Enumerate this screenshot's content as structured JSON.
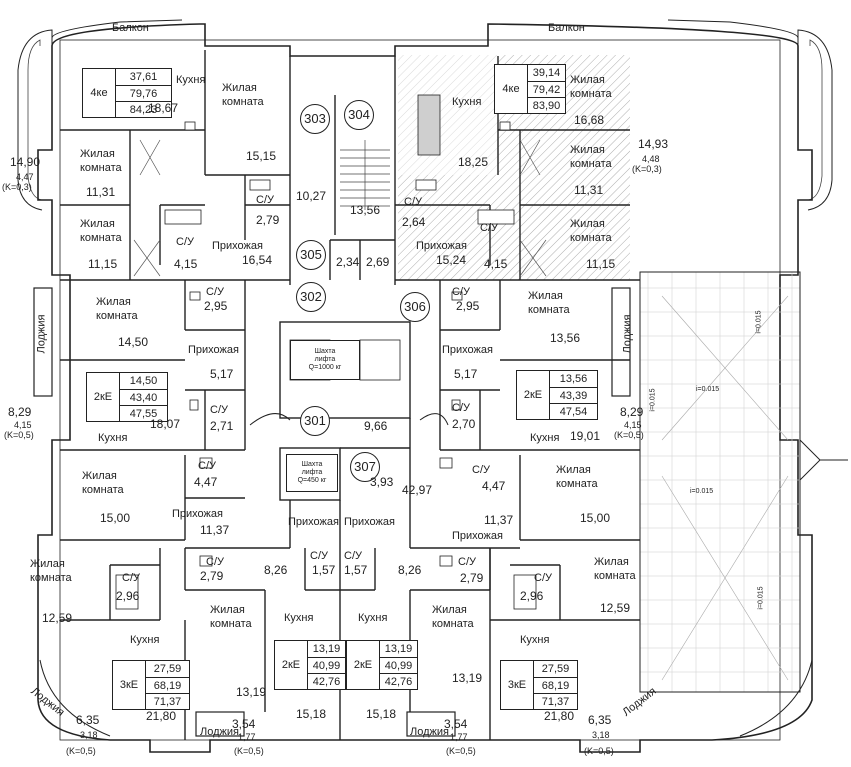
{
  "labels": {
    "balcony": "Балкон",
    "loggia": "Лоджия",
    "kitchen": "Кухня",
    "living_line1": "Жилая",
    "living_line2": "комната",
    "bath": "С/У",
    "hall": "Прихожая"
  },
  "circles": [
    "303",
    "304",
    "305",
    "302",
    "306",
    "301",
    "307"
  ],
  "apartments": [
    {
      "code": "4ке",
      "v1": "37,61",
      "v2": "79,76",
      "v3": "84,23"
    },
    {
      "code": "4ке",
      "v1": "39,14",
      "v2": "79,42",
      "v3": "83,90"
    },
    {
      "code": "2кЕ",
      "v1": "14,50",
      "v2": "43,40",
      "v3": "47,55"
    },
    {
      "code": "2кЕ",
      "v1": "13,56",
      "v2": "43,39",
      "v3": "47,54"
    },
    {
      "code": "3кЕ",
      "v1": "27,59",
      "v2": "68,19",
      "v3": "71,37"
    },
    {
      "code": "2кЕ",
      "v1": "13,19",
      "v2": "40,99",
      "v3": "42,76"
    },
    {
      "code": "2кЕ",
      "v1": "13,19",
      "v2": "40,99",
      "v3": "42,76"
    },
    {
      "code": "3кЕ",
      "v1": "27,59",
      "v2": "68,19",
      "v3": "71,37"
    }
  ],
  "areas": {
    "a01": "18,67",
    "a02": "15,15",
    "a03": "10,27",
    "a04": "13,56",
    "a05": "18,25",
    "a06": "16,68",
    "a07": "11,31",
    "a08": "2,79",
    "a09": "2,64",
    "a10": "11,31",
    "a11": "11,15",
    "a12": "4,15",
    "a13": "16,54",
    "a14": "2,34",
    "a15": "2,69",
    "a16": "15,24",
    "a17": "4,15",
    "a18": "11,15",
    "a19": "2,95",
    "a20": "2,95",
    "a21": "14,50",
    "a22": "13,56",
    "a23": "5,17",
    "a24": "5,17",
    "a25": "18,07",
    "a26": "2,71",
    "a27": "9,66",
    "a28": "2,70",
    "a29": "19,01",
    "a30": "4,47",
    "a31": "3,93",
    "a32": "42,97",
    "a33": "4,47",
    "a34": "15,00",
    "a35": "11,37",
    "a36": "11,37",
    "a37": "15,00",
    "a38": "2,79",
    "a39": "8,26",
    "a40": "1,57",
    "a41": "1,57",
    "a42": "8,26",
    "a43": "2,79",
    "a44": "2,96",
    "a45": "2,96",
    "a46": "12,59",
    "a47": "12,59",
    "a48": "13,19",
    "a49": "13,19",
    "a50": "21,80",
    "a51": "15,18",
    "a52": "15,18",
    "a53": "21,80",
    "a54": "3,54",
    "a55": "3,54"
  },
  "balcony_left": {
    "main": "14,90",
    "sub": "4,47",
    "k": "(K=0,3)"
  },
  "balcony_right": {
    "main": "14,93",
    "sub": "4,48",
    "k": "(K=0,3)"
  },
  "loggia_ml": {
    "main": "8,29",
    "sub": "4,15",
    "k": "(K=0,5)"
  },
  "loggia_mr": {
    "main": "8,29",
    "sub": "4,15",
    "k": "(K=0,5)"
  },
  "loggia_bl": {
    "main": "6,35",
    "sub": "3,18",
    "k": "(K=0,5)"
  },
  "loggia_br": {
    "main": "6,35",
    "sub": "3,18",
    "k": "(K=0,5)"
  },
  "loggia_b1": {
    "sub": "1,77",
    "k": "(K=0,5)"
  },
  "loggia_b2": {
    "sub": "1,77",
    "k": "(K=0,5)"
  },
  "shaft1": {
    "l1": "Шахта",
    "l2": "лифта",
    "l3": "Q=1000 кг"
  },
  "shaft2": {
    "l1": "Шахта",
    "l2": "лифта",
    "l3": "Q=450 кг"
  },
  "slopes": [
    "i=0.015",
    "i=0.015",
    "i=0.015",
    "i=0.015",
    "i=0.015"
  ]
}
